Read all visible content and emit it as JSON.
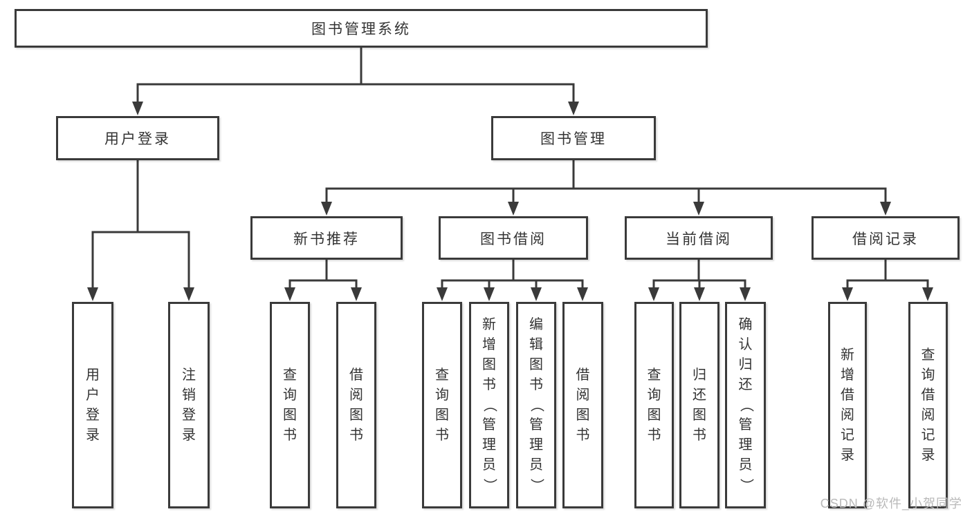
{
  "colors": {
    "line": "#3a3a3a",
    "text": "#333333",
    "watermark": "#b9b9b9",
    "background": "#ffffff"
  },
  "watermark": {
    "text": "CSDN @软件_小贺同学"
  },
  "tree": {
    "root": {
      "label": "图书管理系统"
    },
    "branches": [
      {
        "label": "用户登录",
        "children": [
          {
            "label": "用户登录"
          },
          {
            "label": "注销登录"
          }
        ]
      },
      {
        "label": "图书管理",
        "children": [
          {
            "label": "新书推荐",
            "children": [
              {
                "label": "查询图书"
              },
              {
                "label": "借阅图书"
              }
            ]
          },
          {
            "label": "图书借阅",
            "children": [
              {
                "label": "查询图书"
              },
              {
                "label": "新增图书（管理员）"
              },
              {
                "label": "编辑图书（管理员）"
              },
              {
                "label": "借阅图书"
              }
            ]
          },
          {
            "label": "当前借阅",
            "children": [
              {
                "label": "查询图书"
              },
              {
                "label": "归还图书"
              },
              {
                "label": "确认归还（管理员）"
              }
            ]
          },
          {
            "label": "借阅记录",
            "children": [
              {
                "label": "新增借阅记录"
              },
              {
                "label": "查询借阅记录"
              }
            ]
          }
        ]
      }
    ]
  }
}
